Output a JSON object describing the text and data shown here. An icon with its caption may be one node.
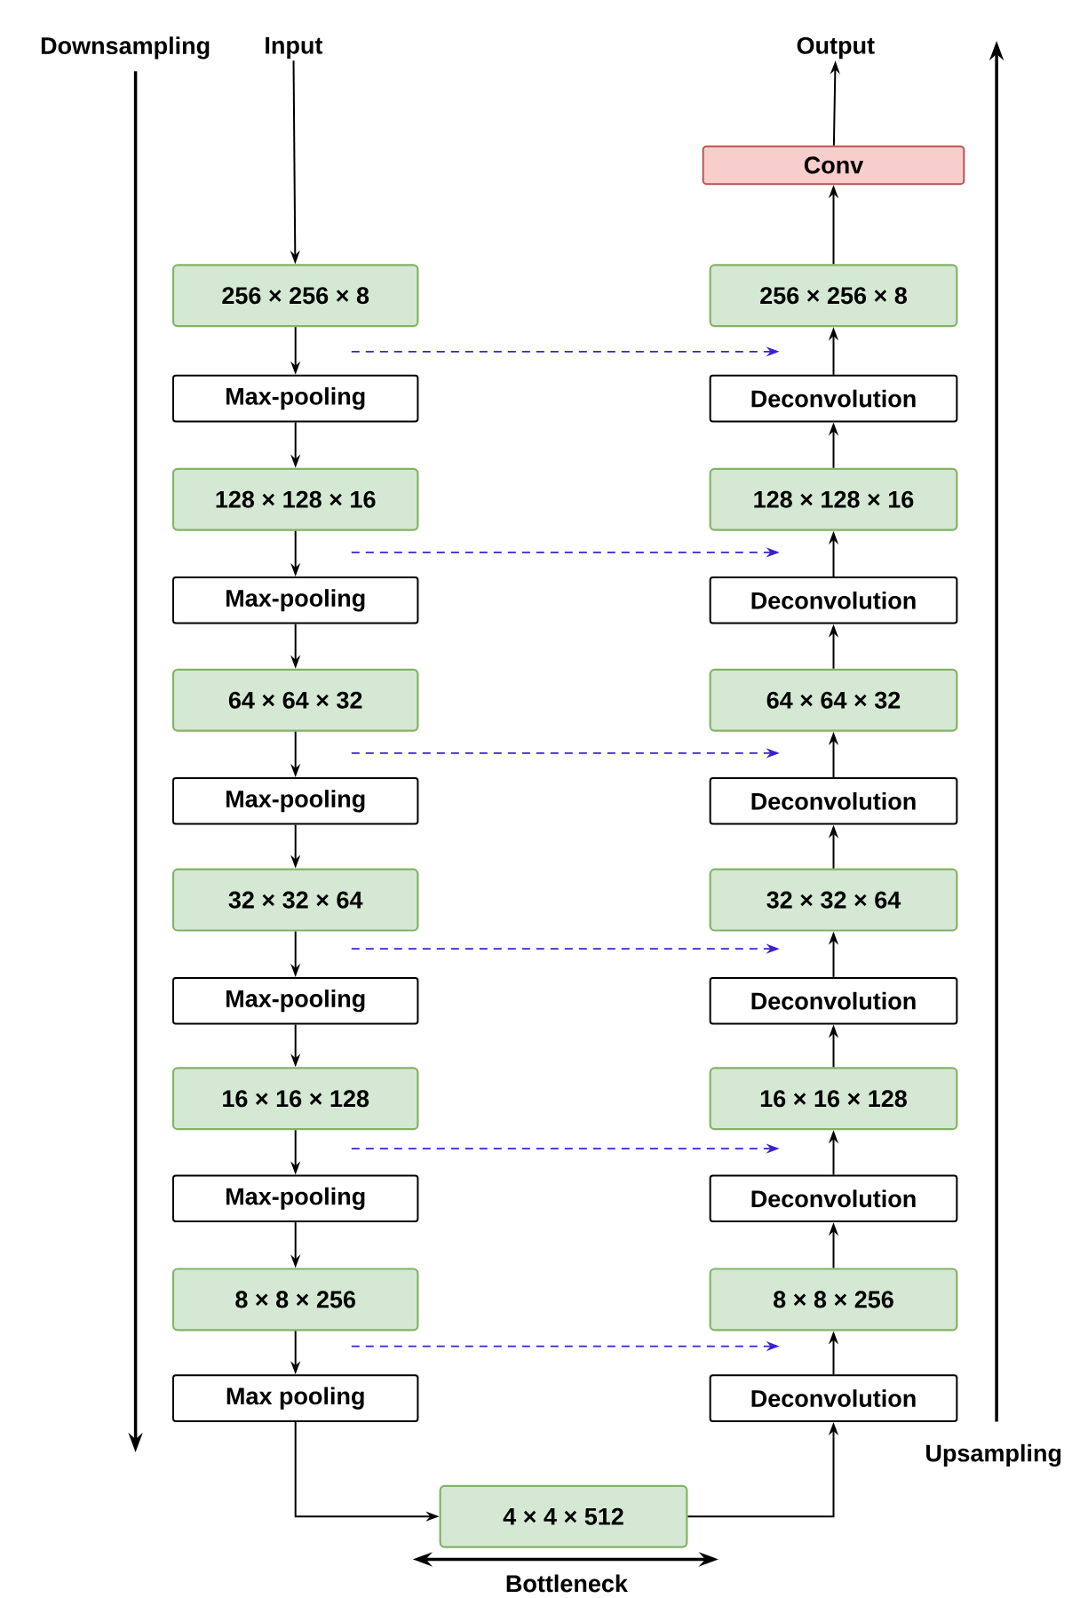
{
  "diagram": {
    "nodes": [
      {
        "text": [
          "Input"
        ]
      },
      {
        "text": [
          "Output"
        ]
      },
      {
        "text": [
          "Conv"
        ]
      },
      {
        "text": [
          "256 × 256 × 8"
        ]
      },
      {
        "text": [
          "256 × 256 × 8"
        ]
      },
      {
        "text": [
          "Max-pooling"
        ]
      },
      {
        "text": [
          "Deconvolution"
        ]
      },
      {
        "text": [
          "128 × 128 × 16"
        ]
      },
      {
        "text": [
          "128 × 128 × 16"
        ]
      },
      {
        "text": [
          "Max-pooling"
        ]
      },
      {
        "text": [
          "Deconvolution"
        ]
      },
      {
        "text": [
          "64 × 64 × 32"
        ]
      },
      {
        "text": [
          "64 × 64 × 32"
        ]
      },
      {
        "text": [
          "Max-pooling"
        ]
      },
      {
        "text": [
          "Deconvolution"
        ]
      },
      {
        "text": [
          "32 × 32 × 64"
        ]
      },
      {
        "text": [
          "32 × 32 × 64"
        ]
      },
      {
        "text": [
          "Max-pooling"
        ]
      },
      {
        "text": [
          "Deconvolution"
        ]
      },
      {
        "text": [
          "16 × 16 × 128"
        ]
      },
      {
        "text": [
          "16 × 16 × 128"
        ]
      },
      {
        "text": [
          "Max-pooling"
        ]
      },
      {
        "text": [
          "Deconvolution"
        ]
      },
      {
        "text": [
          "8 × 8 × 256"
        ]
      },
      {
        "text": [
          "8 × 8 × 256"
        ]
      },
      {
        "text": [
          "Max pooling"
        ]
      },
      {
        "text": [
          "Deconvolution"
        ]
      },
      {
        "text": [
          "4 × 4 × 512"
        ]
      }
    ],
    "edges": [
      {
        "from": 0,
        "to": 3,
        "arrow": "to"
      },
      {
        "from": 3,
        "to": 5,
        "arrow": "to"
      },
      {
        "from": 5,
        "to": 7,
        "arrow": "to"
      },
      {
        "from": 7,
        "to": 9,
        "arrow": "to"
      },
      {
        "from": 9,
        "to": 11,
        "arrow": "to"
      },
      {
        "from": 11,
        "to": 13,
        "arrow": "to"
      },
      {
        "from": 13,
        "to": 15,
        "arrow": "to"
      },
      {
        "from": 15,
        "to": 17,
        "arrow": "to"
      },
      {
        "from": 17,
        "to": 19,
        "arrow": "to"
      },
      {
        "from": 19,
        "to": 21,
        "arrow": "to"
      },
      {
        "from": 21,
        "to": 23,
        "arrow": "to"
      },
      {
        "from": 23,
        "to": 25,
        "arrow": "to"
      },
      {
        "from": 25,
        "to": 27,
        "arrow": "to"
      },
      {
        "from": 27,
        "to": 26,
        "arrow": "to"
      },
      {
        "from": 26,
        "to": 24,
        "arrow": "to"
      },
      {
        "from": 24,
        "to": 22,
        "arrow": "to"
      },
      {
        "from": 22,
        "to": 20,
        "arrow": "to"
      },
      {
        "from": 20,
        "to": 18,
        "arrow": "to"
      },
      {
        "from": 18,
        "to": 16,
        "arrow": "to"
      },
      {
        "from": 16,
        "to": 14,
        "arrow": "to"
      },
      {
        "from": 14,
        "to": 12,
        "arrow": "to"
      },
      {
        "from": 12,
        "to": 10,
        "arrow": "to"
      },
      {
        "from": 10,
        "to": 8,
        "arrow": "to"
      },
      {
        "from": 8,
        "to": 6,
        "arrow": "to"
      },
      {
        "from": 6,
        "to": 4,
        "arrow": "to"
      },
      {
        "from": 4,
        "to": 2,
        "arrow": "to"
      },
      {
        "from": 2,
        "to": 1,
        "arrow": "to"
      }
    ],
    "labels": [
      "Downsampling",
      "Upsampling",
      "Bottleneck"
    ]
  }
}
